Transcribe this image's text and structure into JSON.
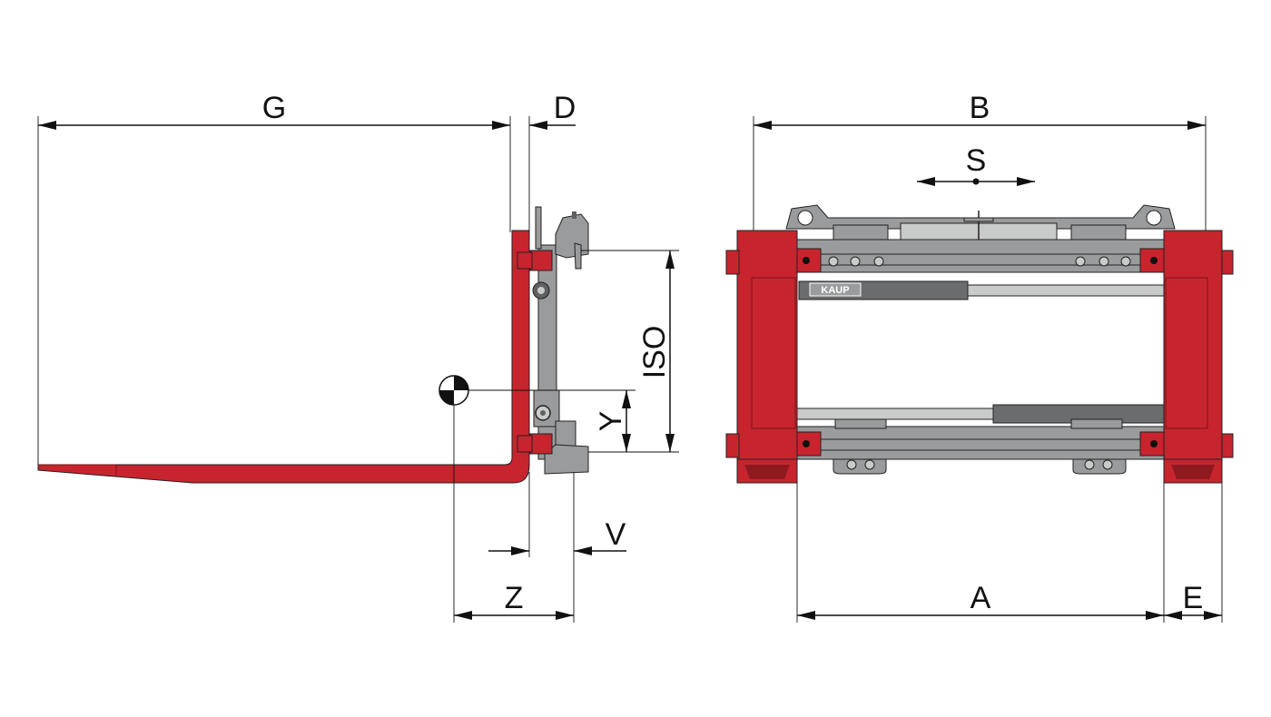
{
  "colors": {
    "fork_red": "#c8242e",
    "fork_red_dark": "#8e1a20",
    "steel_gray": "#9a9b9c",
    "steel_dark": "#5f6062",
    "steel_light": "#c9caca",
    "line": "#111111"
  },
  "icons": {
    "center_of_gravity": "center-of-gravity-icon",
    "arrow": "arrowhead-icon"
  },
  "side_view": {
    "labels": {
      "G": "G",
      "D": "D",
      "ISO": "ISO",
      "Y": "Y",
      "V": "V",
      "Z": "Z"
    }
  },
  "front_view": {
    "labels": {
      "B": "B",
      "S": "S",
      "A": "A",
      "E": "E"
    },
    "logo": "KAUP"
  }
}
